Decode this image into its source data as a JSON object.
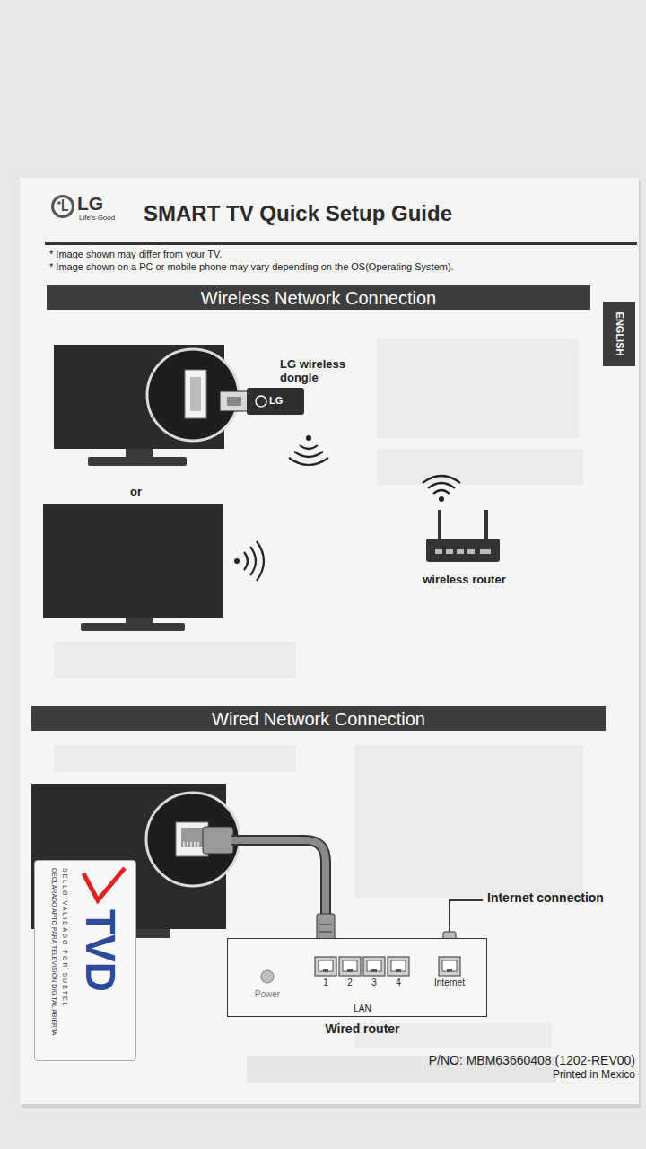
{
  "diagram": {
    "title": "SMART TV Quick Setup Guide",
    "nodes": [
      {
        "text": [
          "Wireless Network Connection"
        ]
      },
      {
        "text": [
          "ENGLISH"
        ]
      },
      {
        "text": [
          "LG wireless dongle",
          "LG"
        ]
      },
      {
        "text": [
          "wireless router"
        ]
      },
      {
        "text": [
          "Wired Network Connection"
        ]
      },
      {
        "text": [
          "Power",
          "LAN",
          "Wired router"
        ]
      },
      {
        "text": [
          "1"
        ],
        "in": 5
      },
      {
        "text": [
          "2"
        ],
        "in": 5
      },
      {
        "text": [
          "3"
        ],
        "in": 5
      },
      {
        "text": [
          "4"
        ],
        "in": 5
      },
      {
        "text": [
          "Internet"
        ],
        "in": 5
      },
      {
        "text": [
          "TVD",
          "DECLARADO APTO PARA TELEVISIÓN DIGITAL ABIERTA",
          "SELLO VALIDADO POR SUBTEL"
        ]
      }
    ],
    "labels": [
      "LG",
      "Life's Good",
      "* Image shown may differ from your TV.",
      "* Image shown on a PC or mobile phone may vary depending on the OS(Operating System).",
      "or",
      "Internet connection",
      "P/NO: MBM63660408 (1202-REV00)",
      "Printed in Mexico"
    ]
  }
}
